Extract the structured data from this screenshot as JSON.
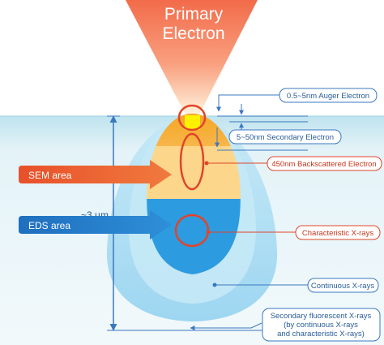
{
  "beam": {
    "line1": "Primary",
    "line2": "Electron"
  },
  "scale": {
    "depth": "~3 µm"
  },
  "areas": {
    "sem": "SEM area",
    "eds": "EDS area"
  },
  "callouts": {
    "auger": "0.5~5nm Auger Electron",
    "secondary": "5~50nm Secondary Electron",
    "backscattered": "450nm Backscattered Electron",
    "characteristic": "Characteristic X-rays",
    "continuous": "Continuous X-rays",
    "fluorescent_l1": "Secondary fluorescent X-rays",
    "fluorescent_l2": "(by continuous X-rays",
    "fluorescent_l3": "and characteristic X-rays)"
  },
  "colors": {
    "beam_top": "#f26b4a",
    "sem_arrow": "#e8502a",
    "eds_arrow": "#1f74c4",
    "callout_blue": "#3a78c0",
    "callout_red": "#e0452a",
    "sample": "#d8eef5"
  }
}
